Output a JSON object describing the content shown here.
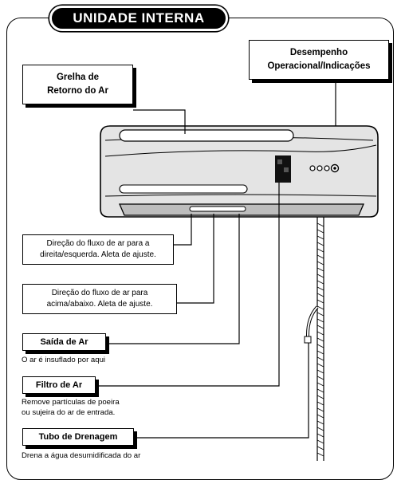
{
  "title": "UNIDADE INTERNA",
  "labels": {
    "grelha": [
      "Grelha de",
      "Retorno do Ar"
    ],
    "desempenho": [
      "Desempenho",
      "Operacional/Indicações"
    ],
    "direcao_lateral": [
      "Direção do fluxo de ar para a",
      "direita/esquerda. Aleta de ajuste."
    ],
    "direcao_vertical": [
      "Direção do fluxo de ar para",
      "acima/abaixo. Aleta de ajuste."
    ],
    "saida_title": "Saída de Ar",
    "saida_desc": "O ar é insuflado por aqui",
    "filtro_title": "Filtro de Ar",
    "filtro_desc": [
      "Remove partículas de poeira",
      "ou sujeira do ar de entrada."
    ],
    "tubo_title": "Tubo de Drenagem",
    "tubo_desc": "Drena a água desumidificada do ar"
  }
}
